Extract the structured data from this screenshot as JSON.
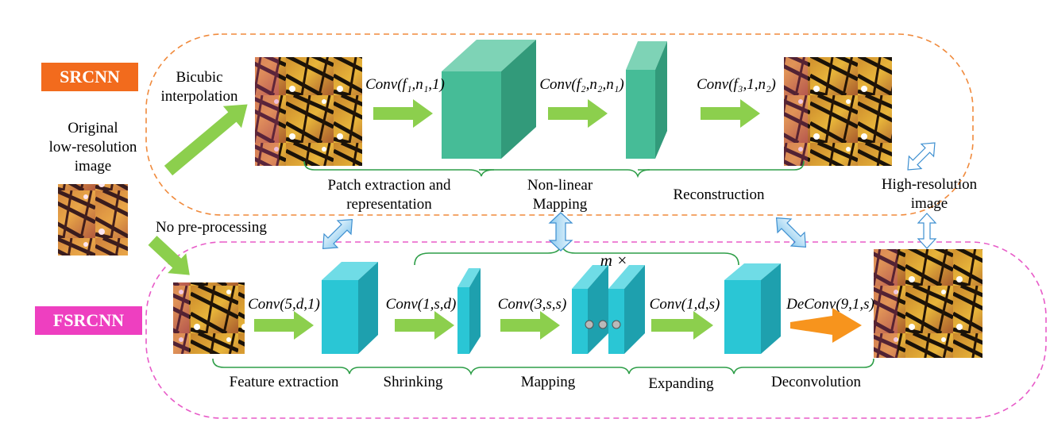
{
  "srcnn": {
    "badge": "SRCNN",
    "bicubic_1": "Bicubic",
    "bicubic_2": "interpolation",
    "conv1": "Conv(f₁,n₁,1)",
    "conv2": "Conv(f₂,n₂,n₁)",
    "conv3": "Conv(f₃,1,n₂)",
    "stage1_1": "Patch extraction and",
    "stage1_2": "representation",
    "stage2_1": "Non-linear",
    "stage2_2": "Mapping",
    "stage3": "Reconstruction"
  },
  "shared": {
    "original_1": "Original",
    "original_2": "low-resolution",
    "original_3": "image",
    "no_preprocessing": "No pre-processing",
    "high_res_1": "High-resolution",
    "high_res_2": "image"
  },
  "fsrcnn": {
    "badge": "FSRCNN",
    "m_label": "m ×",
    "conv1": "Conv(5,d,1)",
    "conv2": "Conv(1,s,d)",
    "conv3": "Conv(3,s,s)",
    "conv4": "Conv(1,d,s)",
    "deconv": "DeConv(9,1,s)",
    "stage1": "Feature extraction",
    "stage2": "Shrinking",
    "stage3": "Mapping",
    "stage4": "Expanding",
    "stage5": "Deconvolution"
  },
  "colors": {
    "srcnn_badge": "#f26b1d",
    "fsrcnn_badge": "#ee3fc0",
    "srcnn_box": "#f08a3c",
    "fsrcnn_box": "#e85bc8",
    "arrow_green": "#8ccf4d",
    "arrow_orange": "#f7941d",
    "srcnn_block": "#3fb995",
    "fsrcnn_block": "#27c6d6",
    "brace": "#2e9e48"
  }
}
